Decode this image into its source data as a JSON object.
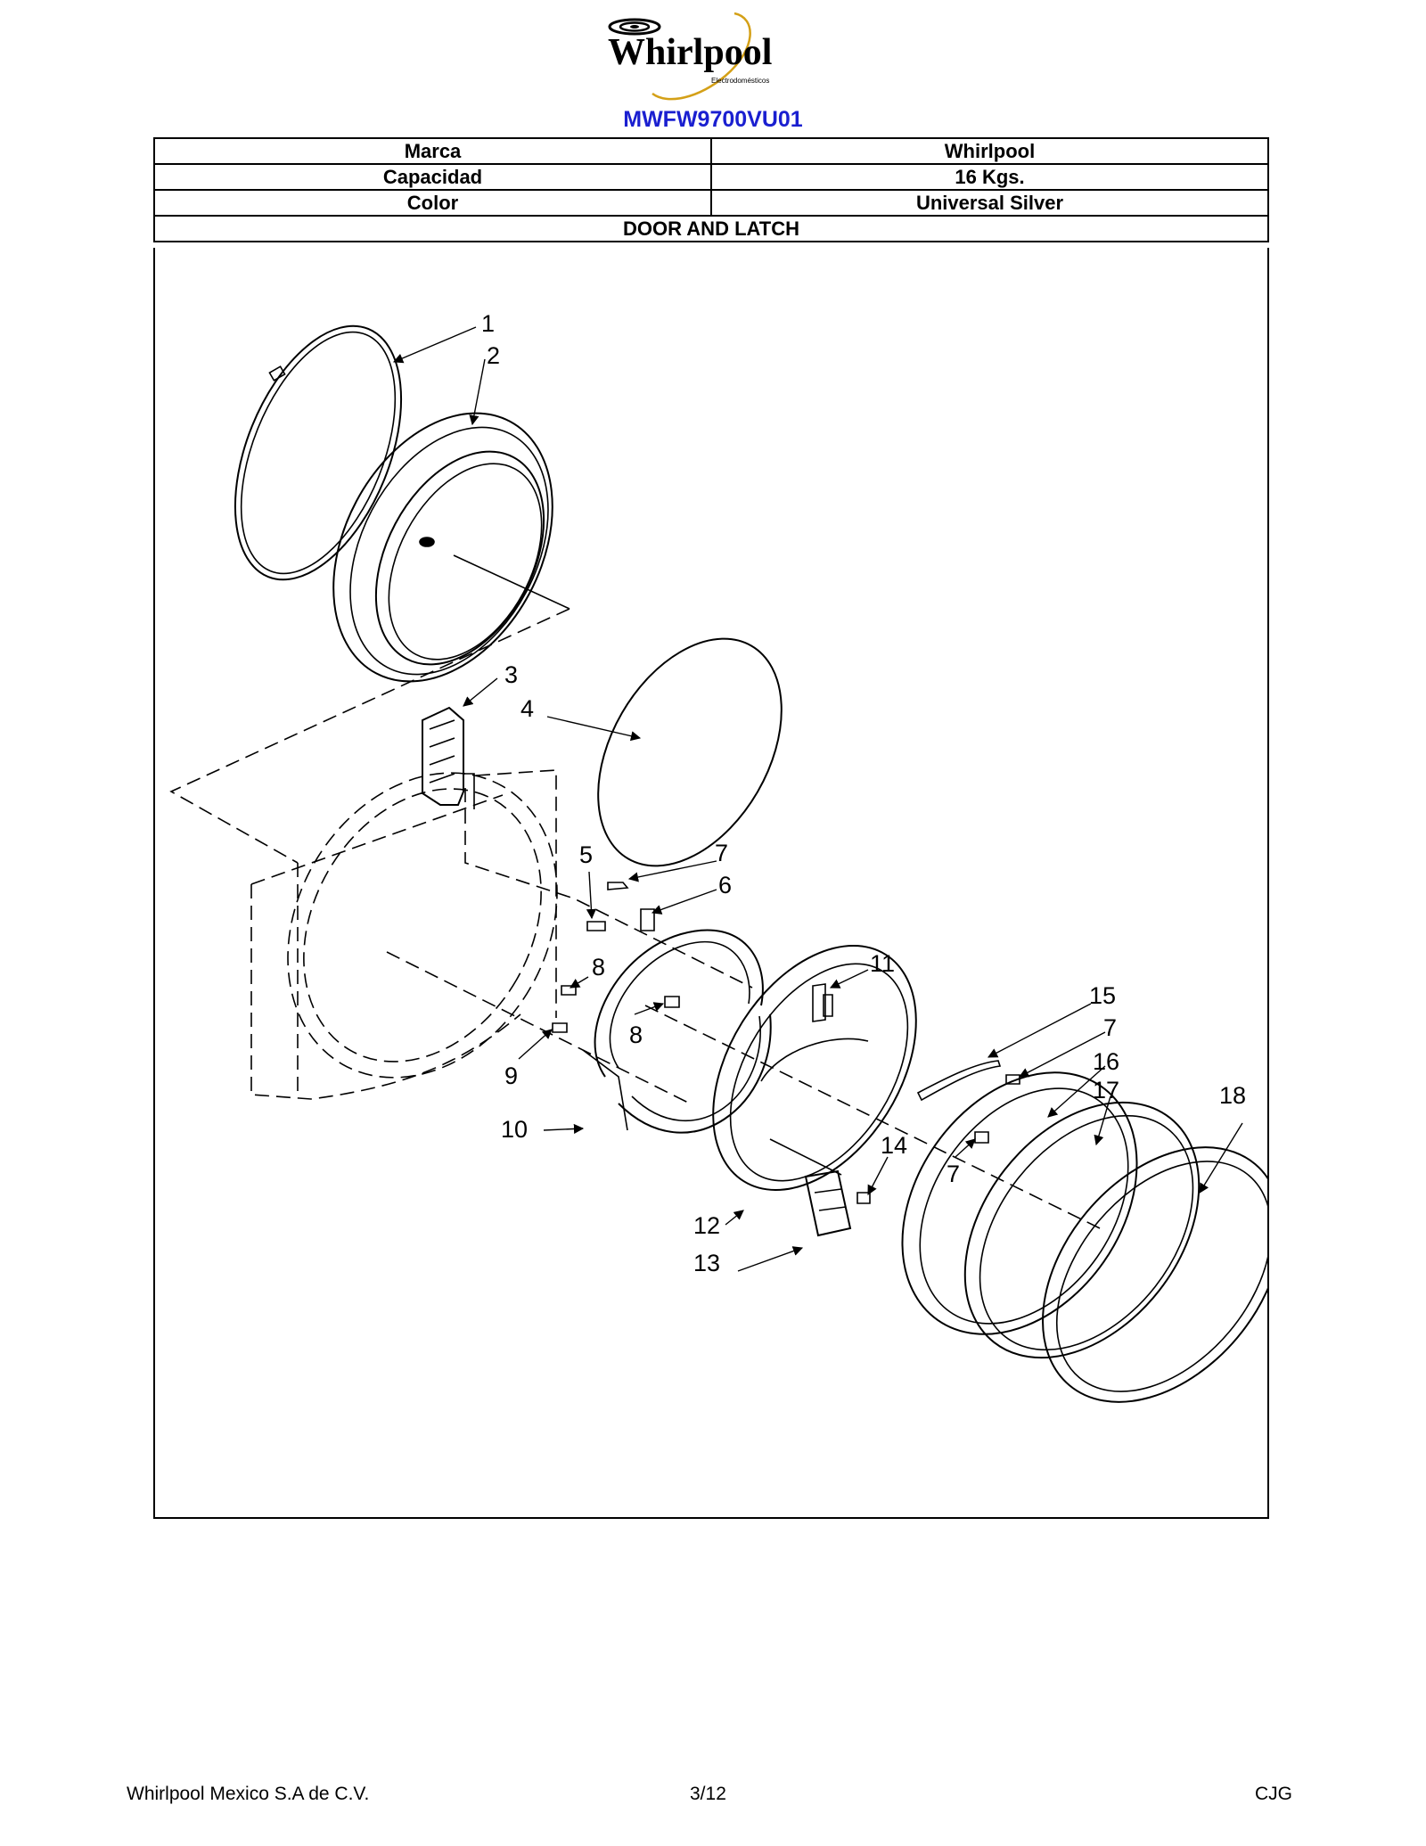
{
  "header": {
    "brand": "Whirlpool",
    "brand_sub": "Electrodomésticos",
    "model": "MWFW9700VU01"
  },
  "spec_table": {
    "rows": [
      {
        "label": "Marca",
        "value": "Whirlpool"
      },
      {
        "label": "Capacidad",
        "value": "16 Kgs."
      },
      {
        "label": "Color",
        "value": "Universal Silver"
      }
    ],
    "section_title": "DOOR AND LATCH"
  },
  "diagram": {
    "callouts": [
      "1",
      "2",
      "3",
      "4",
      "5",
      "7",
      "6",
      "8",
      "8",
      "9",
      "10",
      "11",
      "15",
      "7",
      "16",
      "17",
      "18",
      "14",
      "7",
      "12",
      "13"
    ]
  },
  "footer": {
    "company": "Whirlpool Mexico S.A de C.V.",
    "page": "3/12",
    "initials": "CJG"
  },
  "colors": {
    "model_text": "#1a1fd0",
    "logo_swoosh": "#d4a017"
  }
}
